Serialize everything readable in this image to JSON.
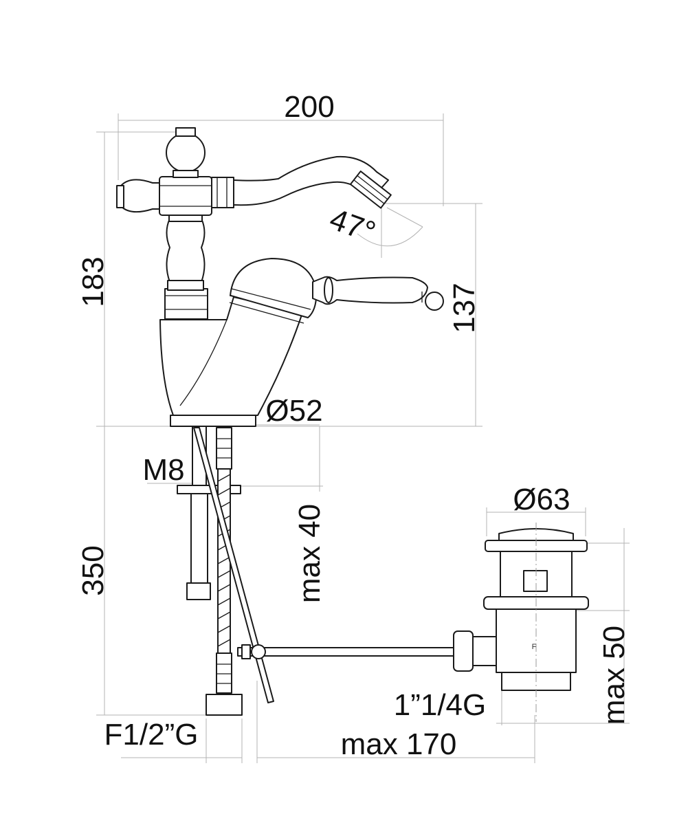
{
  "dimensions": {
    "width_total": "200",
    "height_total": "183",
    "spout_height": "137",
    "spout_angle": "47°",
    "base_diameter": "Ø52",
    "stud_thread": "M8",
    "max_thickness": "max 40",
    "hose_length": "350",
    "inlet_thread": "F1/2”G",
    "drain_reach": "max 170",
    "waste_diameter": "Ø63",
    "waste_max_height": "max 50",
    "waste_thread": "1”1/4G",
    "waste_mark": "F"
  }
}
